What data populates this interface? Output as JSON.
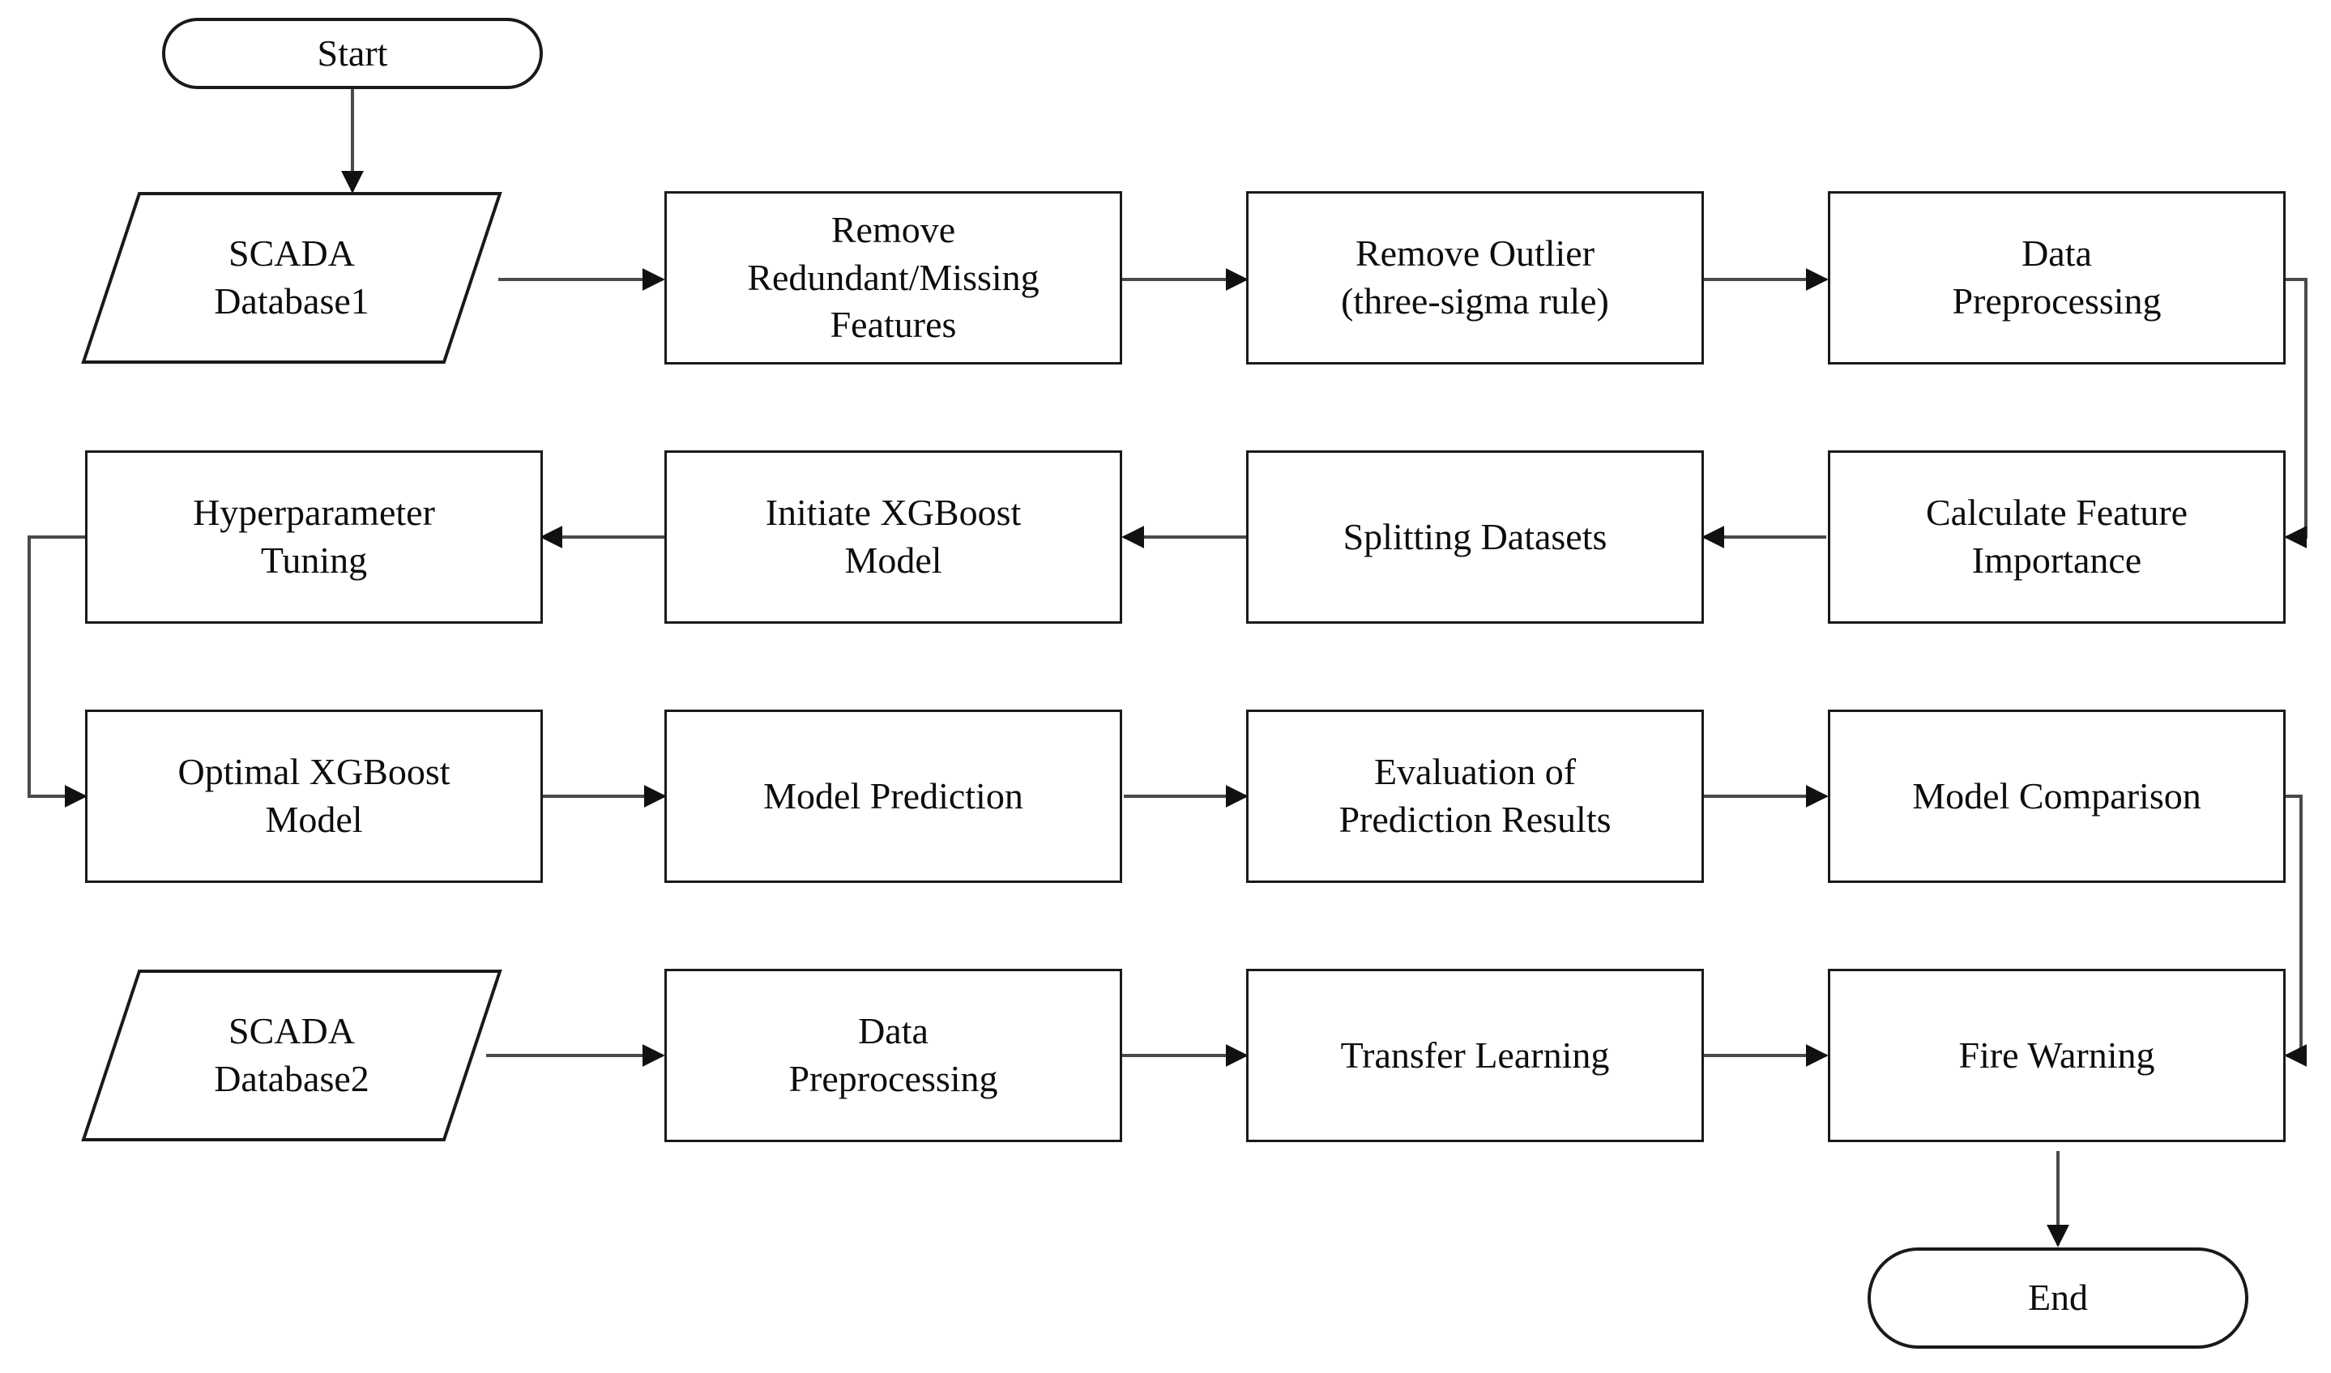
{
  "diagram": {
    "title": "XGBoost Fire Warning Modeling Flowchart",
    "line_color": "#4a4a4a",
    "border_color": "#1a1a1a",
    "text_color": "#0d0d0d",
    "background": "#ffffff"
  },
  "nodes": {
    "start": {
      "label": "Start",
      "shape": "terminator"
    },
    "scada_db1": {
      "label": "SCADA\nDatabase1",
      "shape": "input-output"
    },
    "remove_redundant": {
      "label": "Remove\nRedundant/Missing\nFeatures",
      "shape": "process"
    },
    "remove_outlier": {
      "label": "Remove Outlier\n(three-sigma rule)",
      "shape": "process"
    },
    "data_preprocessing_1": {
      "label": "Data\nPreprocessing",
      "shape": "process"
    },
    "calculate_feature_importance": {
      "label": "Calculate Feature\nImportance",
      "shape": "process"
    },
    "splitting_datasets": {
      "label": "Splitting Datasets",
      "shape": "process"
    },
    "initiate_xgboost": {
      "label": "Initiate XGBoost\nModel",
      "shape": "process"
    },
    "hyperparameter_tuning": {
      "label": "Hyperparameter\nTuning",
      "shape": "process"
    },
    "optimal_xgboost": {
      "label": "Optimal XGBoost\nModel",
      "shape": "process"
    },
    "model_prediction": {
      "label": "Model Prediction",
      "shape": "process"
    },
    "evaluation_results": {
      "label": "Evaluation of\nPrediction Results",
      "shape": "process"
    },
    "model_comparison": {
      "label": "Model Comparison",
      "shape": "process"
    },
    "scada_db2": {
      "label": "SCADA\nDatabase2",
      "shape": "input-output"
    },
    "data_preprocessing_2": {
      "label": "Data\nPreprocessing",
      "shape": "process"
    },
    "transfer_learning": {
      "label": "Transfer Learning",
      "shape": "process"
    },
    "fire_warning": {
      "label": "Fire Warning",
      "shape": "process"
    },
    "end": {
      "label": "End",
      "shape": "terminator"
    }
  },
  "edges": [
    {
      "from": "start",
      "to": "scada_db1",
      "direction": "down"
    },
    {
      "from": "scada_db1",
      "to": "remove_redundant",
      "direction": "right"
    },
    {
      "from": "remove_redundant",
      "to": "remove_outlier",
      "direction": "right"
    },
    {
      "from": "remove_outlier",
      "to": "data_preprocessing_1",
      "direction": "right"
    },
    {
      "from": "data_preprocessing_1",
      "to": "calculate_feature_importance",
      "direction": "right-down-left"
    },
    {
      "from": "calculate_feature_importance",
      "to": "splitting_datasets",
      "direction": "left"
    },
    {
      "from": "splitting_datasets",
      "to": "initiate_xgboost",
      "direction": "left"
    },
    {
      "from": "initiate_xgboost",
      "to": "hyperparameter_tuning",
      "direction": "left"
    },
    {
      "from": "hyperparameter_tuning",
      "to": "optimal_xgboost",
      "direction": "left-down-right"
    },
    {
      "from": "optimal_xgboost",
      "to": "model_prediction",
      "direction": "right"
    },
    {
      "from": "model_prediction",
      "to": "evaluation_results",
      "direction": "right"
    },
    {
      "from": "evaluation_results",
      "to": "model_comparison",
      "direction": "right"
    },
    {
      "from": "model_comparison",
      "to": "fire_warning",
      "direction": "right-down-left"
    },
    {
      "from": "scada_db2",
      "to": "data_preprocessing_2",
      "direction": "right"
    },
    {
      "from": "data_preprocessing_2",
      "to": "transfer_learning",
      "direction": "right"
    },
    {
      "from": "transfer_learning",
      "to": "fire_warning",
      "direction": "right"
    },
    {
      "from": "fire_warning",
      "to": "end",
      "direction": "down"
    }
  ]
}
